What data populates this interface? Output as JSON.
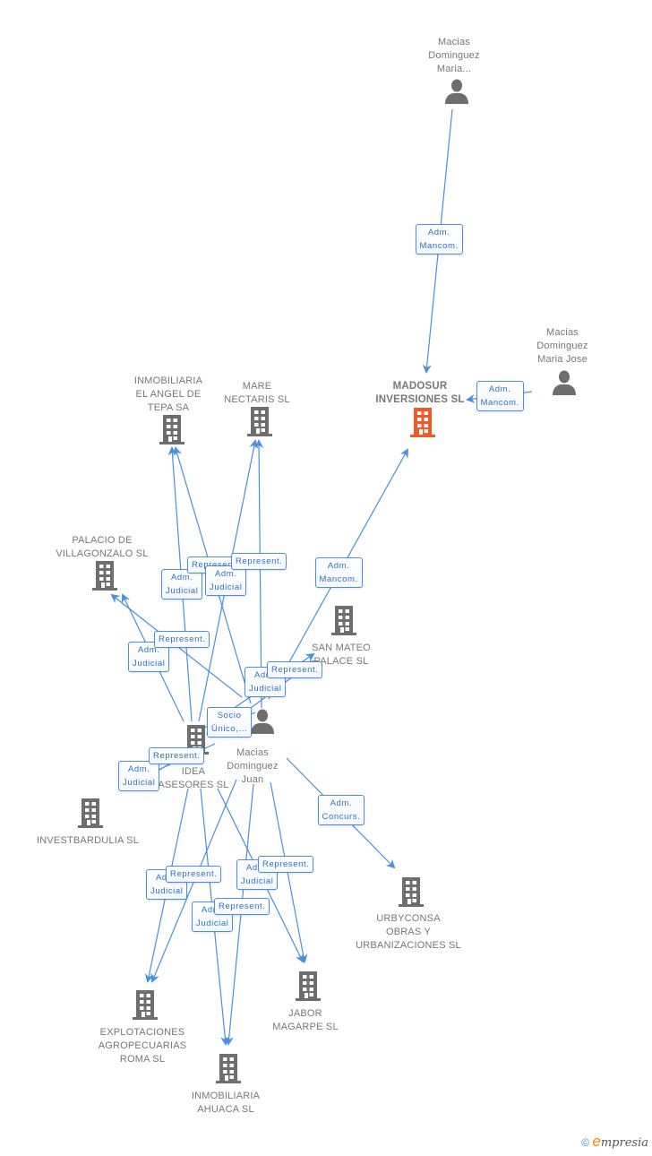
{
  "colors": {
    "edge": "#4a8fe0",
    "node_icon": "#6e6e6e",
    "focus_icon": "#f05a28",
    "label_text": "#2f6fcc"
  },
  "nodes": [
    {
      "id": "madosur",
      "type": "company",
      "focus": true,
      "label": "MADOSUR\nINVERSIONES SL"
    },
    {
      "id": "maria",
      "type": "person",
      "label": "Macias\nDominguez\nMaria..."
    },
    {
      "id": "mariajose",
      "type": "person",
      "label": "Macias\nDominguez\nMaria Jose"
    },
    {
      "id": "juan",
      "type": "person",
      "label": "Macias\nDominguez\nJuan"
    },
    {
      "id": "angel",
      "type": "company",
      "label": "INMOBILIARIA\nEL ANGEL DE\nTEPA SA"
    },
    {
      "id": "mare",
      "type": "company",
      "label": "MARE\nNECTARIS SL"
    },
    {
      "id": "palacio",
      "type": "company",
      "label": "PALACIO DE\nVILLAGONZALO SL"
    },
    {
      "id": "sanmateo",
      "type": "company",
      "label": "SAN MATEO\nPALACE SL"
    },
    {
      "id": "idea",
      "type": "company",
      "label": "IDEA\nASESORES SL"
    },
    {
      "id": "investbardulia",
      "type": "company",
      "label": "INVESTBARDULIA SL"
    },
    {
      "id": "urbyconsa",
      "type": "company",
      "label": "URBYCONSA\nOBRAS Y\nURBANIZACIONES SL"
    },
    {
      "id": "jabor",
      "type": "company",
      "label": "JABOR\nMAGARPE SL"
    },
    {
      "id": "explotaciones",
      "type": "company",
      "label": "EXPLOTACIONES\nAGROPECUARIAS\nROMA SL"
    },
    {
      "id": "ahuaca",
      "type": "company",
      "label": "INMOBILIARIA\nAHUACA SL"
    }
  ],
  "edges": [
    {
      "from": "maria",
      "to": "madosur",
      "label": "Adm.\nMancom."
    },
    {
      "from": "mariajose",
      "to": "madosur",
      "label": "Adm.\nMancom."
    },
    {
      "from": "juan",
      "to": "madosur",
      "label": "Adm.\nMancom."
    },
    {
      "from": "idea",
      "to": "angel",
      "label": "Adm.\nJudicial"
    },
    {
      "from": "juan",
      "to": "angel",
      "label": "Represent."
    },
    {
      "from": "idea",
      "to": "mare",
      "label": "Adm.\nJudicial"
    },
    {
      "from": "juan",
      "to": "mare",
      "label": "Represent."
    },
    {
      "from": "idea",
      "to": "palacio",
      "label": "Adm.\nJudicial"
    },
    {
      "from": "juan",
      "to": "palacio",
      "label": "Represent."
    },
    {
      "from": "idea",
      "to": "sanmateo",
      "label": "Adm.\nJudicial"
    },
    {
      "from": "juan",
      "to": "sanmateo",
      "label": "Represent."
    },
    {
      "from": "juan",
      "to": "idea",
      "label": "Socio\nÚnico,..."
    },
    {
      "from": "idea",
      "to": "investbardulia",
      "label": "Adm.\nJudicial"
    },
    {
      "from": "juan",
      "to": "investbardulia",
      "label": "Represent."
    },
    {
      "from": "juan",
      "to": "urbyconsa",
      "label": "Adm.\nConcurs."
    },
    {
      "from": "idea",
      "to": "explotaciones",
      "label": "Adm.\nJudicial"
    },
    {
      "from": "juan",
      "to": "explotaciones",
      "label": "Represent."
    },
    {
      "from": "idea",
      "to": "jabor",
      "label": "Adm.\nJudicial"
    },
    {
      "from": "juan",
      "to": "jabor",
      "label": "Represent."
    },
    {
      "from": "idea",
      "to": "ahuaca",
      "label": "Adm.\nJudicial"
    },
    {
      "from": "juan",
      "to": "ahuaca",
      "label": "Represent."
    }
  ],
  "footer": {
    "copyright": "©",
    "brand_initial": "e",
    "brand_rest": "mpresia"
  }
}
